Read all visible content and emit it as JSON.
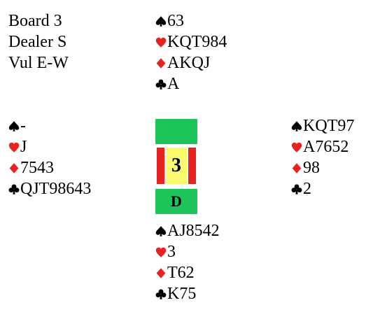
{
  "board": {
    "board_label": "Board 3",
    "dealer_label": "Dealer S",
    "vul_label": "Vul E-W",
    "board_number": "3",
    "dealer_letter": "D"
  },
  "colors": {
    "black_suit": "#000000",
    "red_suit": "#e8221e",
    "pane_green": "#1cc45a",
    "vulnerable_red": "#e8221e",
    "board_yellow": "#fbfb6e"
  },
  "hands": {
    "north": {
      "spades": "63",
      "hearts": "KQT984",
      "diamonds": "AKQJ",
      "clubs": "A"
    },
    "west": {
      "spades": "-",
      "hearts": "J",
      "diamonds": "7543",
      "clubs": "QJT98643"
    },
    "east": {
      "spades": "KQT97",
      "hearts": "A7652",
      "diamonds": "98",
      "clubs": "2"
    },
    "south": {
      "spades": "AJ8542",
      "hearts": "3",
      "diamonds": "T62",
      "clubs": "K75"
    }
  },
  "suit_icons": [
    "spade-icon",
    "heart-icon",
    "diamond-icon",
    "club-icon"
  ]
}
